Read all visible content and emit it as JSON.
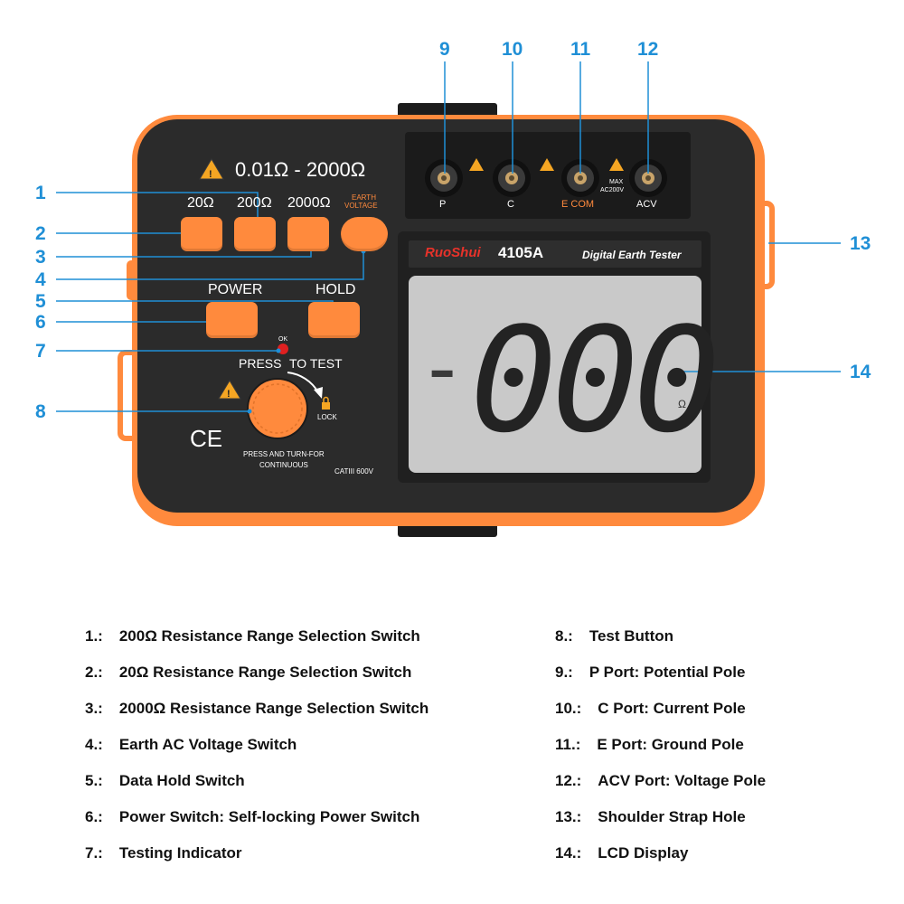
{
  "device": {
    "range_label": "0.01Ω  - 2000Ω",
    "buttons": [
      "20Ω",
      "200Ω",
      "2000Ω"
    ],
    "earth_voltage_label": [
      "EARTH",
      "VOLTAGE"
    ],
    "power_label": "POWER",
    "hold_label": "HOLD",
    "ok_label": "OK",
    "press_label": "PRESS",
    "to_test_label": "TO TEST",
    "lock_label": "LOCK",
    "press_turn_label": [
      "PRESS AND TURN-FOR",
      "CONTINUOUS"
    ],
    "cat_label": "CATIII 600V",
    "ce_mark": "CE",
    "brand": "RuoShui",
    "model": "4105A",
    "product_name": "Digital Earth Tester",
    "ports": [
      "P",
      "C",
      "E COM",
      "ACV"
    ],
    "max_label": [
      "MAX",
      "AC200V"
    ],
    "lcd_minus": "-",
    "lcd_digits": "000",
    "lcd_unit": "Ω",
    "colors": {
      "body": "#2b2b2b",
      "shell": "#ff8a3d",
      "accent": "#1f8fd6",
      "lcd": "#c9c9c9"
    }
  },
  "callouts": [
    "1",
    "2",
    "3",
    "4",
    "5",
    "6",
    "7",
    "8",
    "9",
    "10",
    "11",
    "12",
    "13",
    "14"
  ],
  "legend": {
    "left": [
      {
        "num": "1.:",
        "text": "200Ω Resistance Range Selection Switch"
      },
      {
        "num": "2.:",
        "text": "20Ω Resistance Range Selection Switch"
      },
      {
        "num": "3.:",
        "text": "2000Ω Resistance Range Selection Switch"
      },
      {
        "num": "4.:",
        "text": "Earth AC Voltage Switch"
      },
      {
        "num": "5.:",
        "text": "Data Hold Switch"
      },
      {
        "num": "6.:",
        "text": "Power Switch: Self-locking Power Switch"
      },
      {
        "num": "7.:",
        "text": "Testing Indicator"
      }
    ],
    "right": [
      {
        "num": "8.:",
        "text": "Test Button"
      },
      {
        "num": "9.:",
        "text": "P Port: Potential Pole"
      },
      {
        "num": "10.:",
        "text": "C Port: Current Pole"
      },
      {
        "num": "11.:",
        "text": "E Port: Ground Pole"
      },
      {
        "num": "12.:",
        "text": "ACV Port: Voltage Pole"
      },
      {
        "num": "13.:",
        "text": "Shoulder Strap Hole"
      },
      {
        "num": "14.:",
        "text": "LCD Display"
      }
    ]
  }
}
